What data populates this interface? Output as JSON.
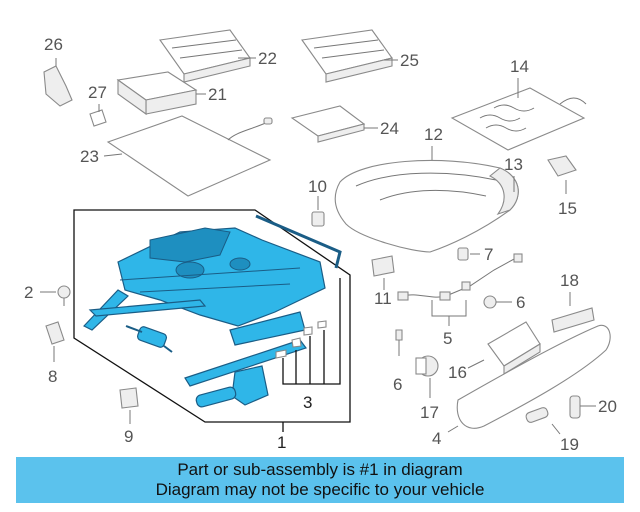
{
  "callouts": {
    "c1": "1",
    "c2": "2",
    "c3": "3",
    "c4": "4",
    "c5": "5",
    "c6a": "6",
    "c6b": "6",
    "c7": "7",
    "c8": "8",
    "c9": "9",
    "c10": "10",
    "c11": "11",
    "c12": "12",
    "c13": "13",
    "c14": "14",
    "c15": "15",
    "c16": "16",
    "c17": "17",
    "c18": "18",
    "c19": "19",
    "c20": "20",
    "c21": "21",
    "c22": "22",
    "c23": "23",
    "c24": "24",
    "c25": "25",
    "c26": "26",
    "c27": "27"
  },
  "highlight_color": "#2fb6e8",
  "banner": {
    "line1": "Part or sub-assembly is #1 in diagram",
    "line2": "Diagram may not be specific to your vehicle",
    "color": "#5bc2ed"
  }
}
